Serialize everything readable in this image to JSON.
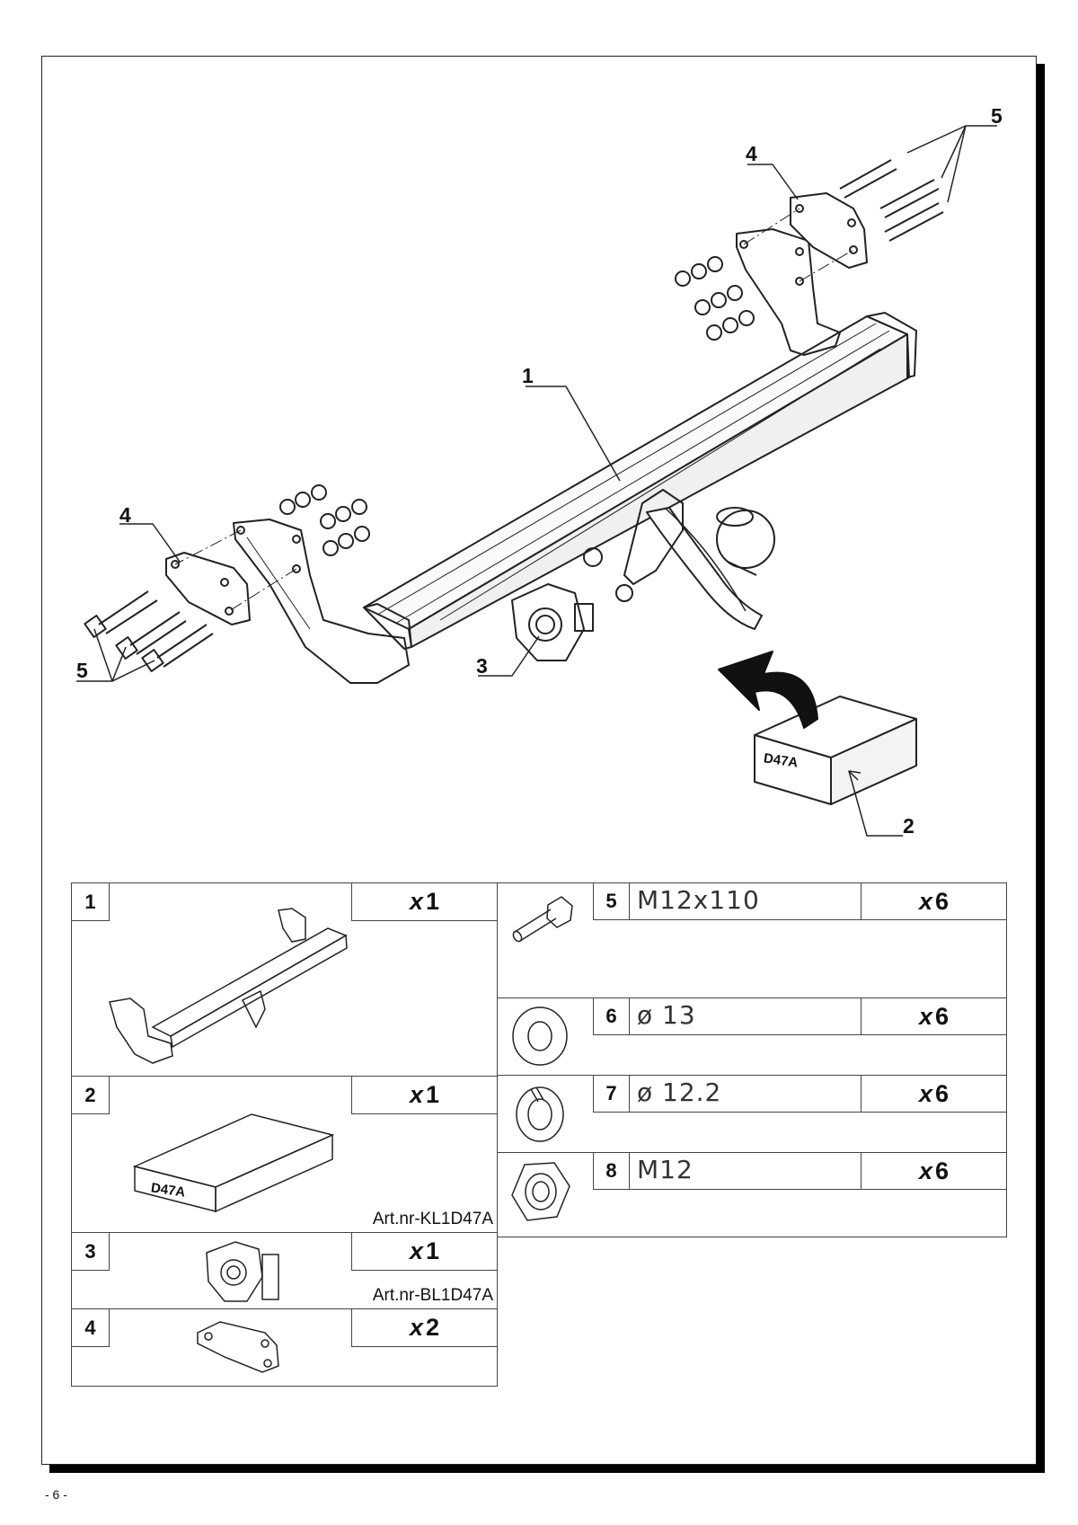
{
  "callouts": {
    "c1": "1",
    "c2": "2",
    "c3": "3",
    "c4_left": "4",
    "c4_right": "4",
    "c5_left": "5",
    "c5_right": "5"
  },
  "box_label": "D47A",
  "parts": [
    {
      "pos": "1",
      "x": "x",
      "qty": "1",
      "art": ""
    },
    {
      "pos": "2",
      "x": "x",
      "qty": "1",
      "art": "Art.nr-KL1D47A",
      "box_label": "D47A"
    },
    {
      "pos": "3",
      "x": "x",
      "qty": "1",
      "art": "Art.nr-BL1D47A"
    },
    {
      "pos": "4",
      "x": "x",
      "qty": "2",
      "art": ""
    }
  ],
  "hardware": [
    {
      "pos": "5",
      "desc": "M12x110",
      "x": "x",
      "qty": "6",
      "icon": "bolt-icon"
    },
    {
      "pos": "6",
      "desc": "ø 13",
      "x": "x",
      "qty": "6",
      "icon": "flat-washer-icon"
    },
    {
      "pos": "7",
      "desc": "ø 12.2",
      "x": "x",
      "qty": "6",
      "icon": "spring-washer-icon"
    },
    {
      "pos": "8",
      "desc": "M12",
      "x": "x",
      "qty": "6",
      "icon": "hex-nut-icon"
    }
  ],
  "page_number": "- 6 -"
}
